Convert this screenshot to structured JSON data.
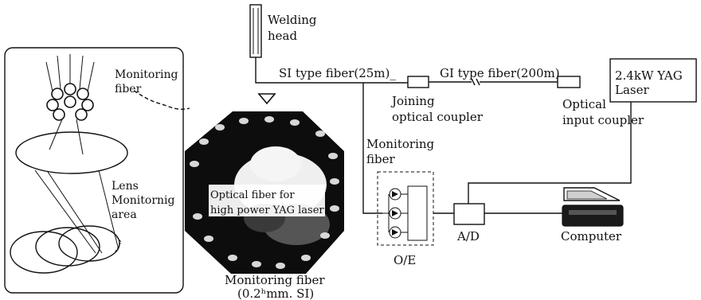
{
  "labels": {
    "welding_head_1": "Welding",
    "welding_head_2": "head",
    "si_fiber": "SI type fiber(25m)_",
    "gi_fiber": "GI type fiber(200m)",
    "joining_coupler_1": "Joining",
    "joining_coupler_2": "optical coupler",
    "input_coupler_1": "Optical",
    "input_coupler_2": "input coupler",
    "laser_1": "2.4kW YAG",
    "laser_2": "Laser",
    "monitoring_fiber_mid_1": "Monitoring",
    "monitoring_fiber_mid_2": "fiber",
    "monitoring_fiber_left_1": "Monitoring",
    "monitoring_fiber_left_2": "fiber",
    "lens_1": "Lens",
    "lens_2": "Monitornig",
    "lens_3": "area",
    "overlay_1": "Optical fiber for",
    "overlay_2": "high power YAG laser",
    "cross_section_1": "Monitoring fiber",
    "cross_section_2": "(0.2ʰmm. SI)",
    "oe": "O/E",
    "ad": "A/D",
    "computer": "Computer"
  }
}
